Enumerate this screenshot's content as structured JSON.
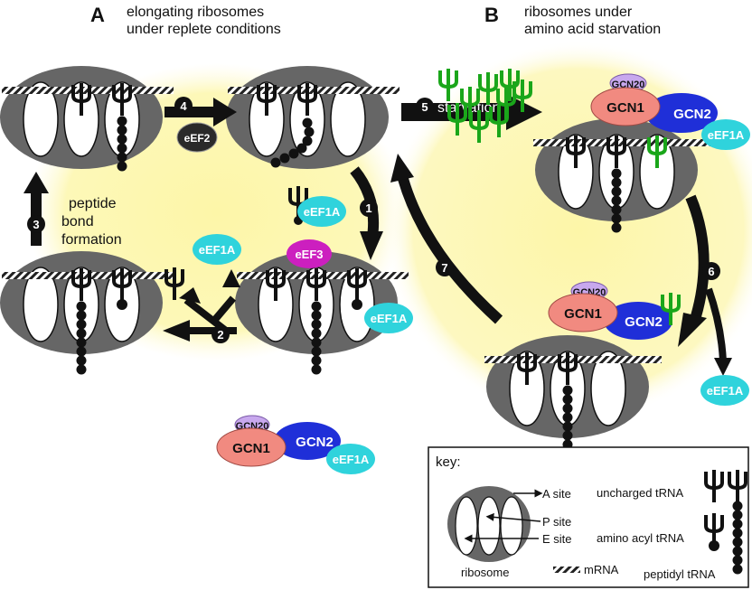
{
  "panel_a": {
    "letter": "A",
    "title_line1": "elongating ribosomes",
    "title_line2": "under replete conditions"
  },
  "panel_b": {
    "letter": "B",
    "title_line1": "ribosomes under",
    "title_line2": "amino acid starvation"
  },
  "steps": {
    "s1": "1",
    "s2": "2",
    "s3": "3",
    "s4": "4",
    "s5": "5",
    "s6": "6",
    "s7": "7",
    "s3_text1": "peptide",
    "s3_text2": "bond",
    "s3_text3": "formation",
    "s5_text": "starvation"
  },
  "proteins": {
    "eef2": "eEF2",
    "eef1a": "eEF1A",
    "eef3": "eEF3",
    "gcn1": "GCN1",
    "gcn2": "GCN2",
    "gcn20": "GCN20"
  },
  "key": {
    "title": "key:",
    "a_site": "A site",
    "p_site": "P site",
    "e_site": "E site",
    "ribosome": "ribosome",
    "mrna": "mRNA",
    "uncharged": "uncharged tRNA",
    "aminoacyl": "amino acyl tRNA",
    "peptidyl": "peptidyl tRNA"
  },
  "colors": {
    "ribosome": "#666666",
    "glow": "#fdf8b2",
    "eef1a": "#2fd3dc",
    "eef2": "#2a2a2a",
    "eef3": "#cc1fbf",
    "gcn1": "#f18a80",
    "gcn2": "#1f2fd8",
    "gcn20": "#c8a8ee",
    "charged_green": "#1aa61a"
  }
}
